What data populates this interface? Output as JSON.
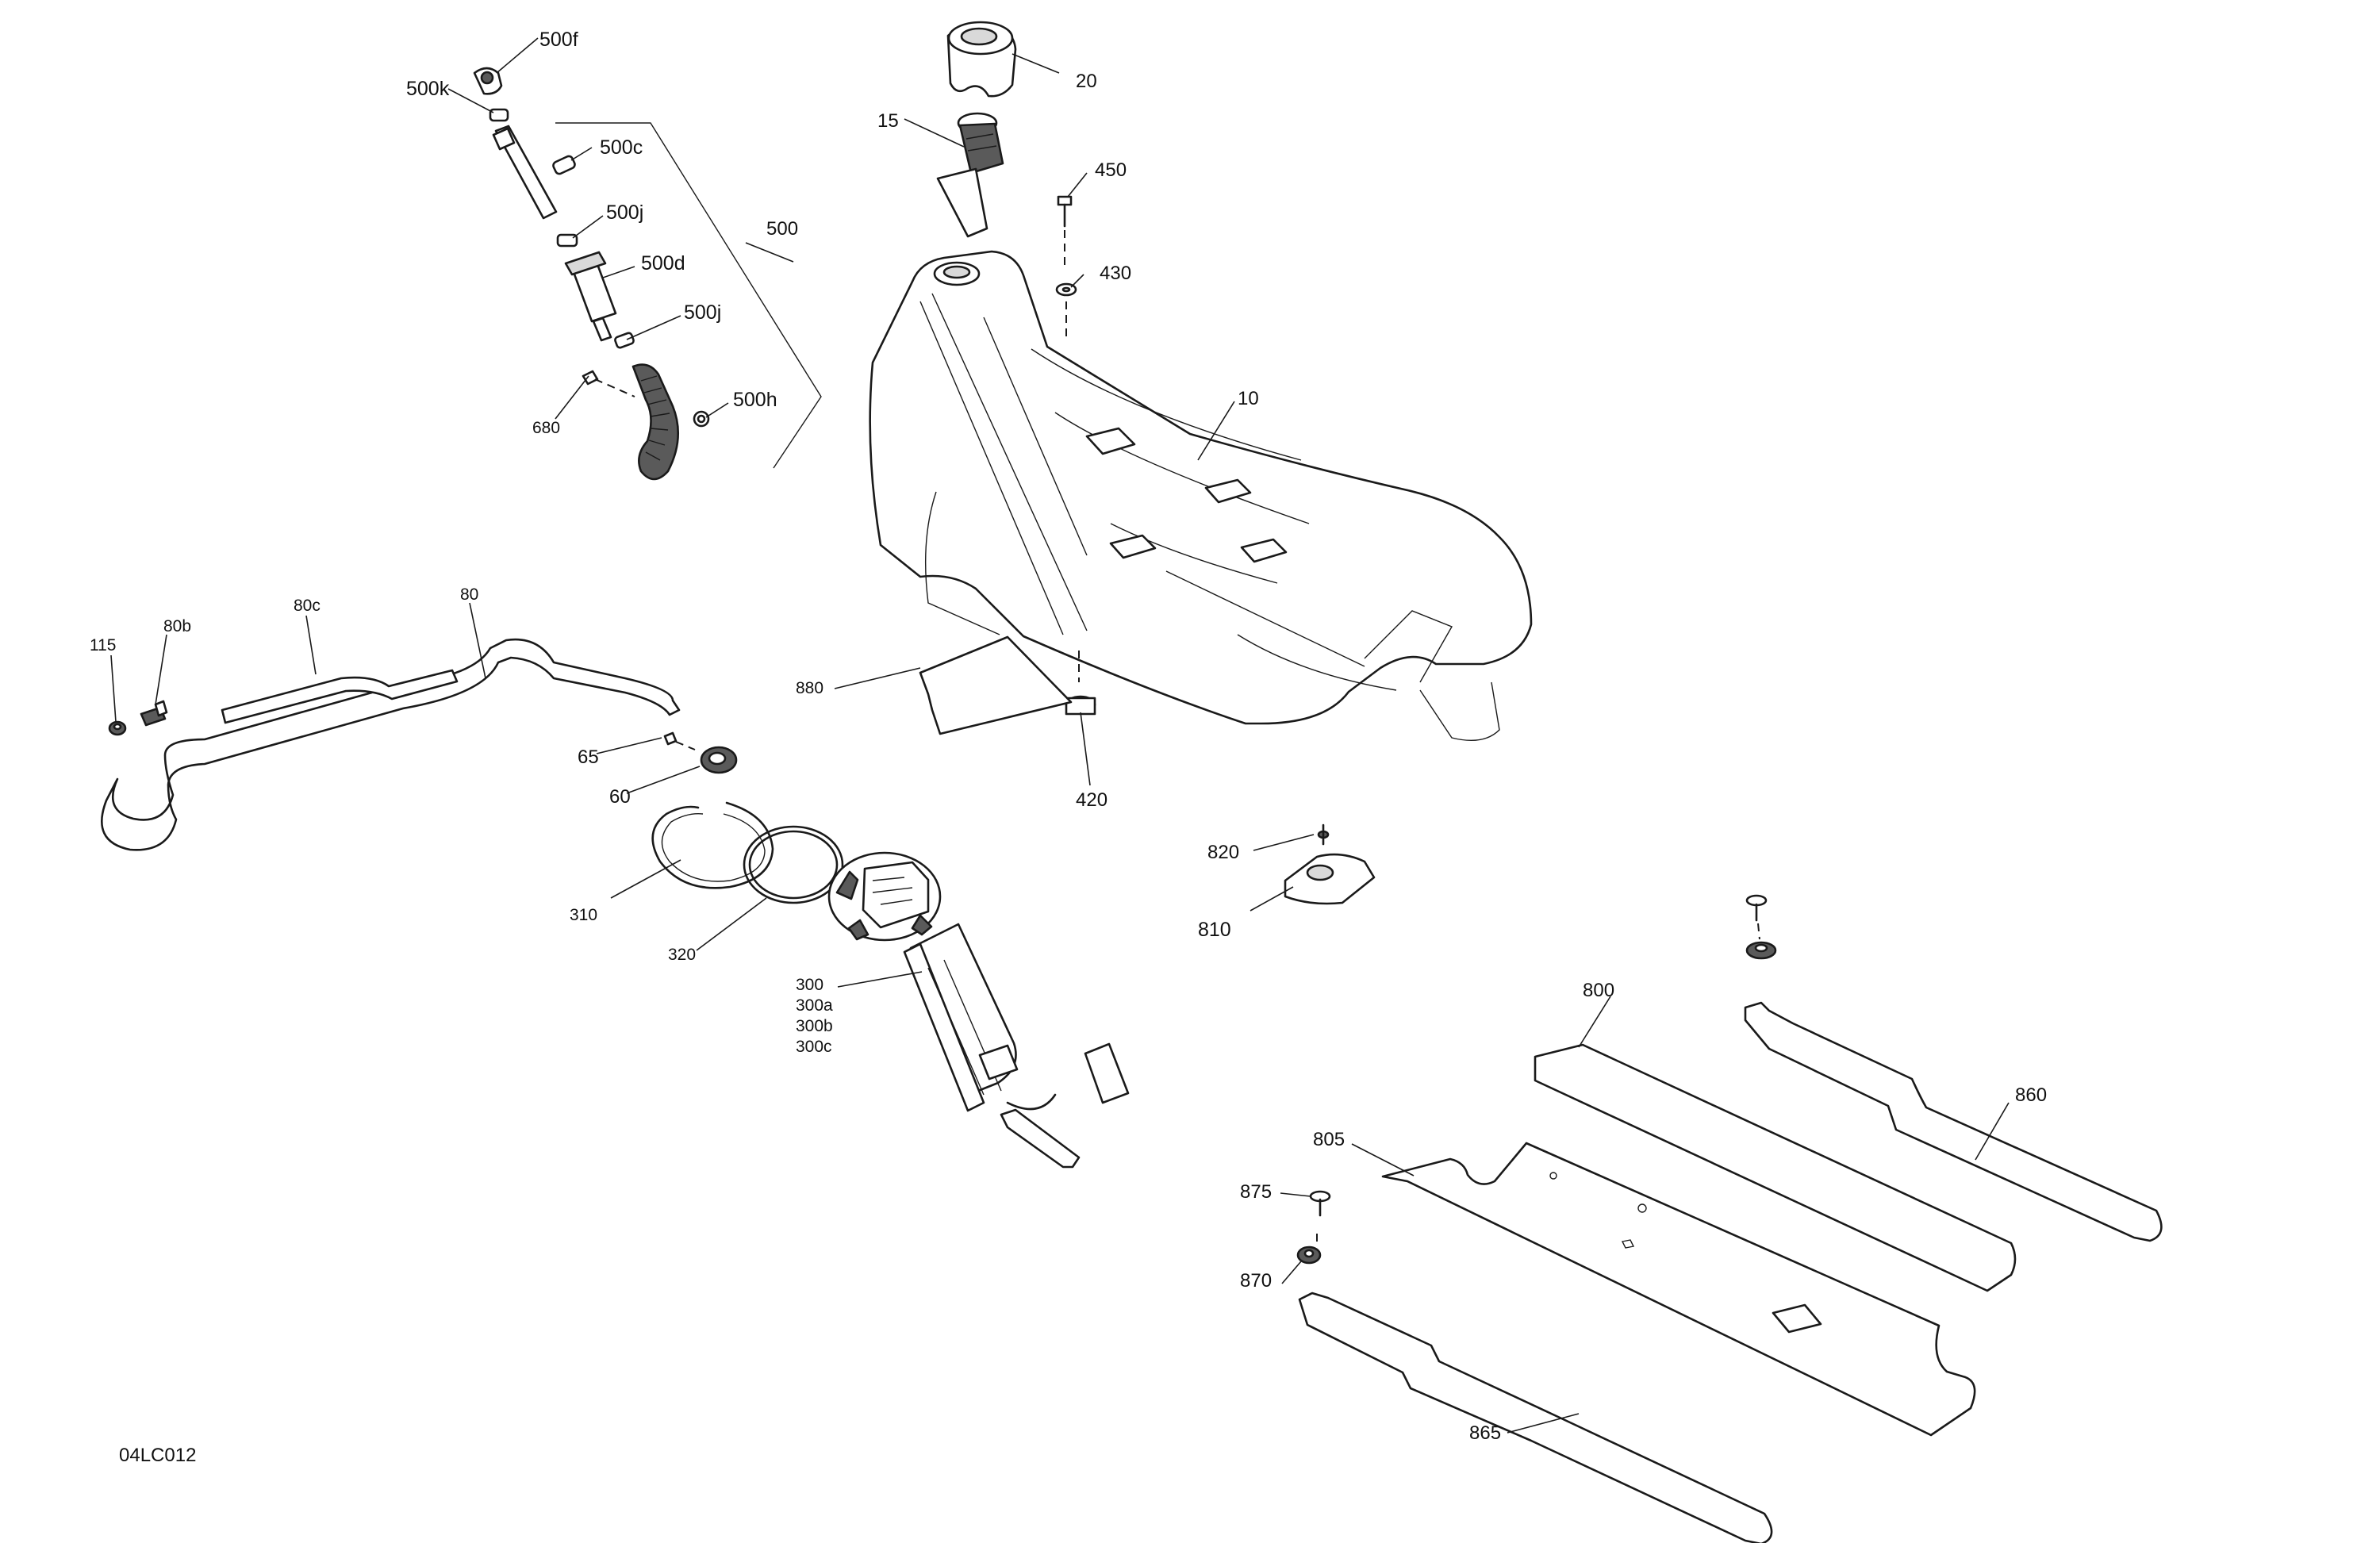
{
  "drawing_id": "04LC012",
  "callouts": {
    "c500f": "500f",
    "c500k": "500k",
    "c500c": "500c",
    "c500": "500",
    "c500j_a": "500j",
    "c500d": "500d",
    "c500j_b": "500j",
    "c500h": "500h",
    "c680": "680",
    "c20": "20",
    "c15": "15",
    "c450": "450",
    "c430": "430",
    "c10": "10",
    "c115": "115",
    "c80b": "80b",
    "c80c": "80c",
    "c80": "80",
    "c65": "65",
    "c60": "60",
    "c880": "880",
    "c420": "420",
    "c820": "820",
    "c810": "810",
    "c310": "310",
    "c320": "320",
    "c300": "300",
    "c300a": "300a",
    "c300b": "300b",
    "c300c": "300c",
    "c800": "800",
    "c860": "860",
    "c805": "805",
    "c875": "875",
    "c870": "870",
    "c865": "865"
  }
}
